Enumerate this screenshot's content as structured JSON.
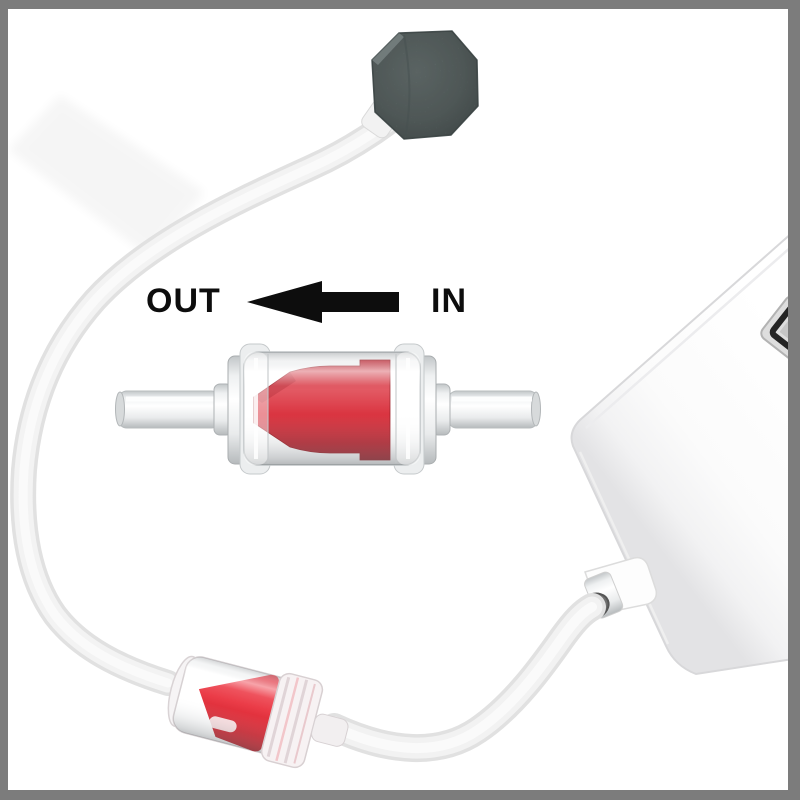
{
  "frame": {
    "border_color": "#7c7c7c",
    "background_color": "#ffffff"
  },
  "annotation": {
    "out_label": "OUT",
    "in_label": "IN",
    "arrow_color": "#0d0d0d",
    "flow_direction": "left"
  },
  "product": {
    "hero_check_valve": {
      "kind": "one-way check valve",
      "body": "clear",
      "insert_color": "#d83945"
    },
    "installed_check_valve": {
      "body": "clear",
      "insert_color": "#e93a46"
    },
    "air_stone": {
      "shape": "octagon",
      "color": "#636e6e"
    },
    "air_pump": {
      "color": "#fbfbfb"
    },
    "tubing": {
      "color": "#f1f1f1"
    }
  }
}
